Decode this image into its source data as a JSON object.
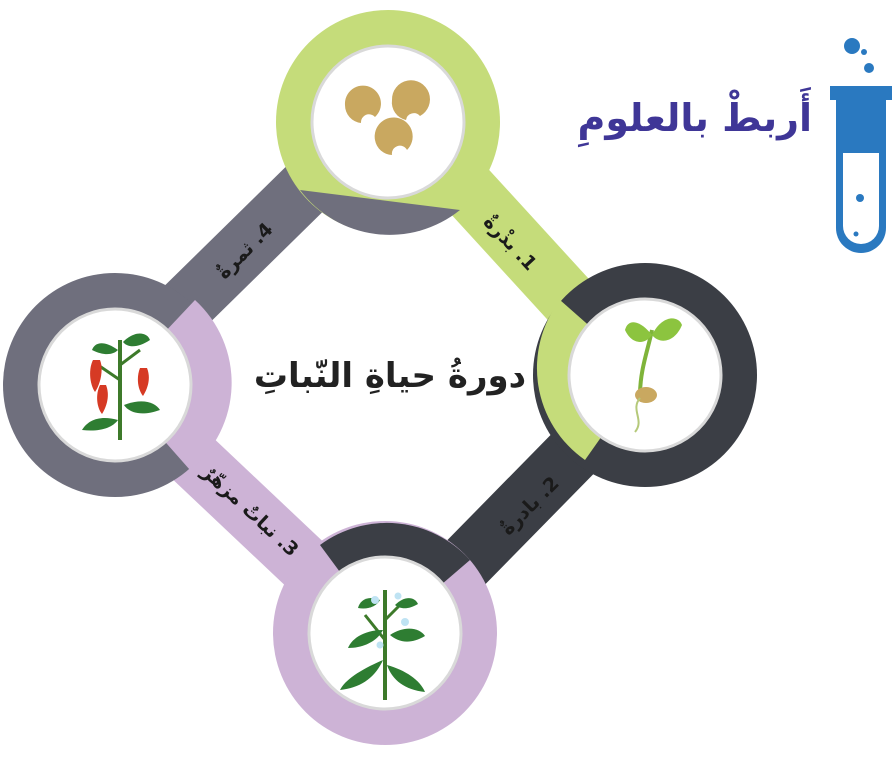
{
  "header": {
    "title": "أَربطْ بالعلومِ"
  },
  "diagram": {
    "title": "دورةُ حياةِ النّباتِ",
    "stages": [
      {
        "label": "1. بذْرةٌ",
        "color": "#c5dc7a"
      },
      {
        "label": "2. بادرةٌ",
        "color": "#3b3e45"
      },
      {
        "label": "3. نباتٌ مزهّرٌ",
        "color": "#cdb3d6"
      },
      {
        "label": "4. ثمرةٌ",
        "color": "#6f6f7d"
      }
    ]
  },
  "icon_colors": {
    "flask": "#2a79c0",
    "bubble": "#2a79c0"
  }
}
